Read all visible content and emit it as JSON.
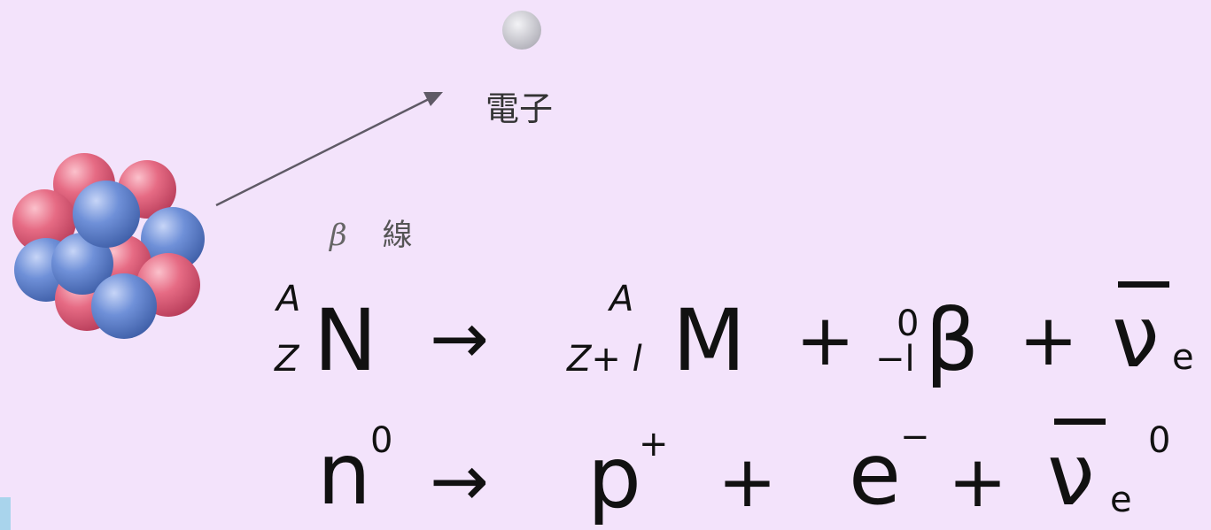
{
  "labels": {
    "electron": "電子",
    "beta_symbol": "β",
    "beta_kanji": "線"
  },
  "equation1": {
    "mass_sup": "A",
    "atomic_sub": "Z",
    "parent": "N",
    "arrow": "→",
    "daughter_mass_sup": "A",
    "daughter_atomic_sub": "Z+ l",
    "daughter": "M",
    "plus1": "+",
    "beta_mass_sup": "0",
    "beta_charge_sub": "−l",
    "beta": "β",
    "plus2": "+",
    "antineutrino": "ν",
    "neutrino_sub": "e"
  },
  "equation2": {
    "neutron": "n",
    "neutron_sup": "0",
    "arrow": "→",
    "proton": "p",
    "proton_sup": "+",
    "plus1": "+",
    "electron": "e",
    "electron_sup": "−",
    "plus2": "+",
    "antineutrino": "ν",
    "neutrino_sub": "e",
    "neutrino_sup": "0"
  },
  "colors": {
    "background": "#f3e3fb",
    "proton": "#e56a82",
    "neutron": "#6f8fd6",
    "electron": "#cdcdd3",
    "arrow": "#5f5a66"
  }
}
